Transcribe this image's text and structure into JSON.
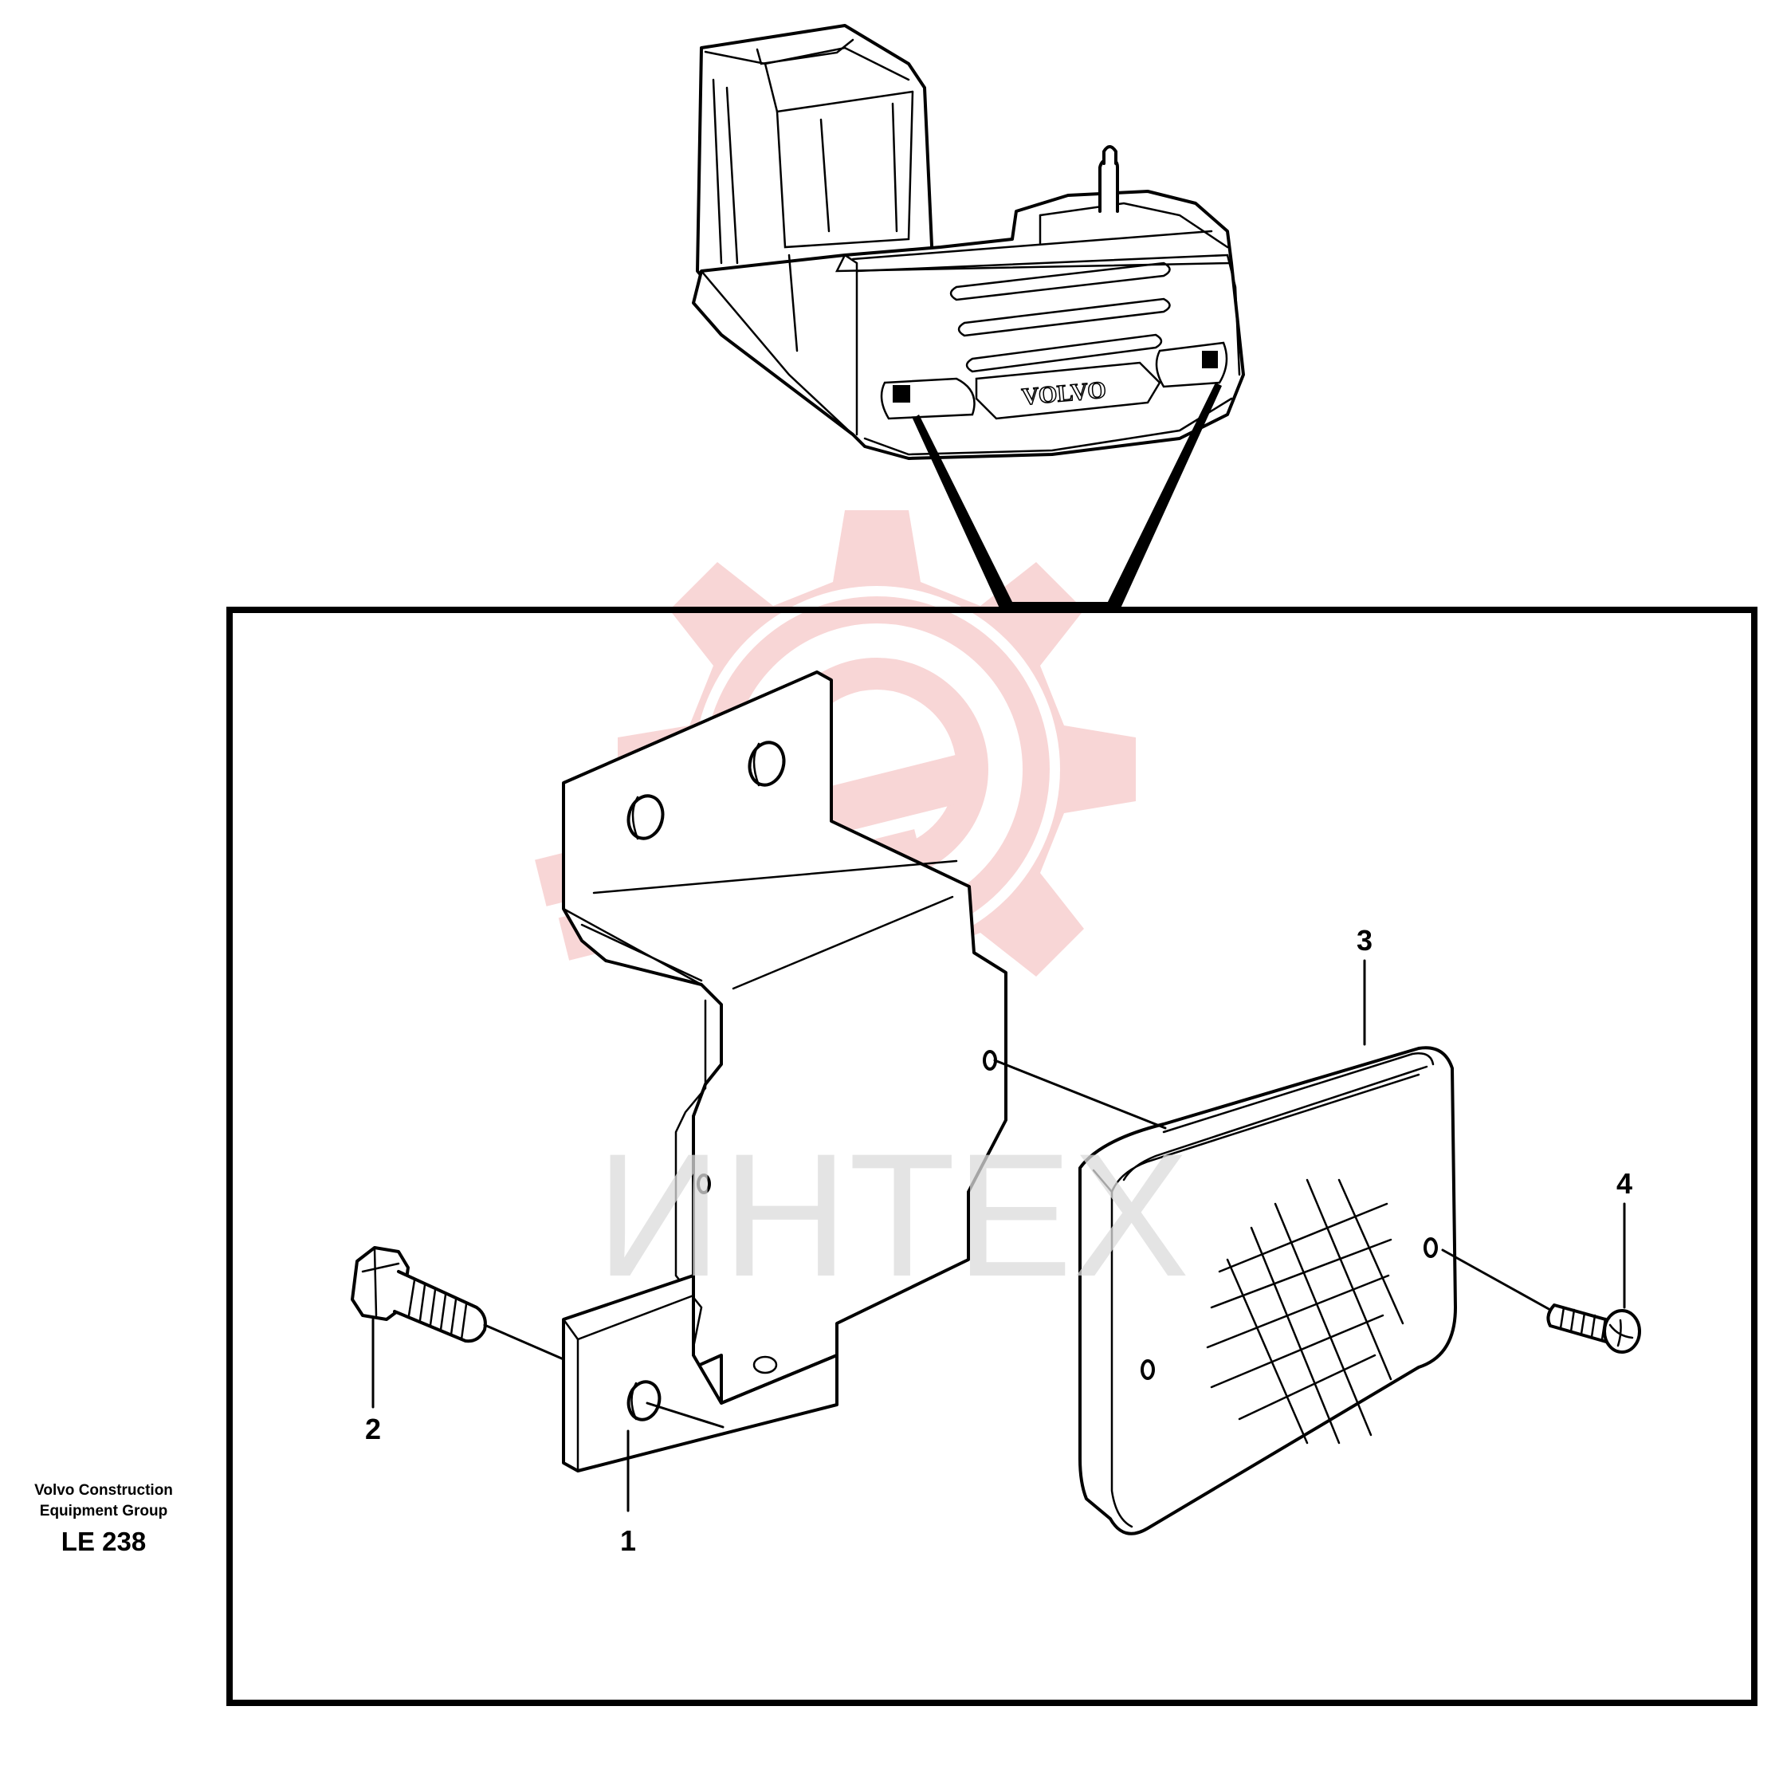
{
  "figure": {
    "brand_badge": "VOLVO",
    "watermark_text": "ИНТЕХ",
    "callouts": [
      {
        "id": "1",
        "part": "bracket"
      },
      {
        "id": "2",
        "part": "bolt"
      },
      {
        "id": "3",
        "part": "work-lamp"
      },
      {
        "id": "4",
        "part": "screw"
      }
    ],
    "caption": {
      "line1": "Volvo Construction",
      "line2": "Equipment Group",
      "code": "LE 238"
    }
  },
  "colors": {
    "line": "#000000",
    "background": "#ffffff",
    "watermark": "#f3b5b5",
    "watermark_text": "#dcdcdc"
  }
}
